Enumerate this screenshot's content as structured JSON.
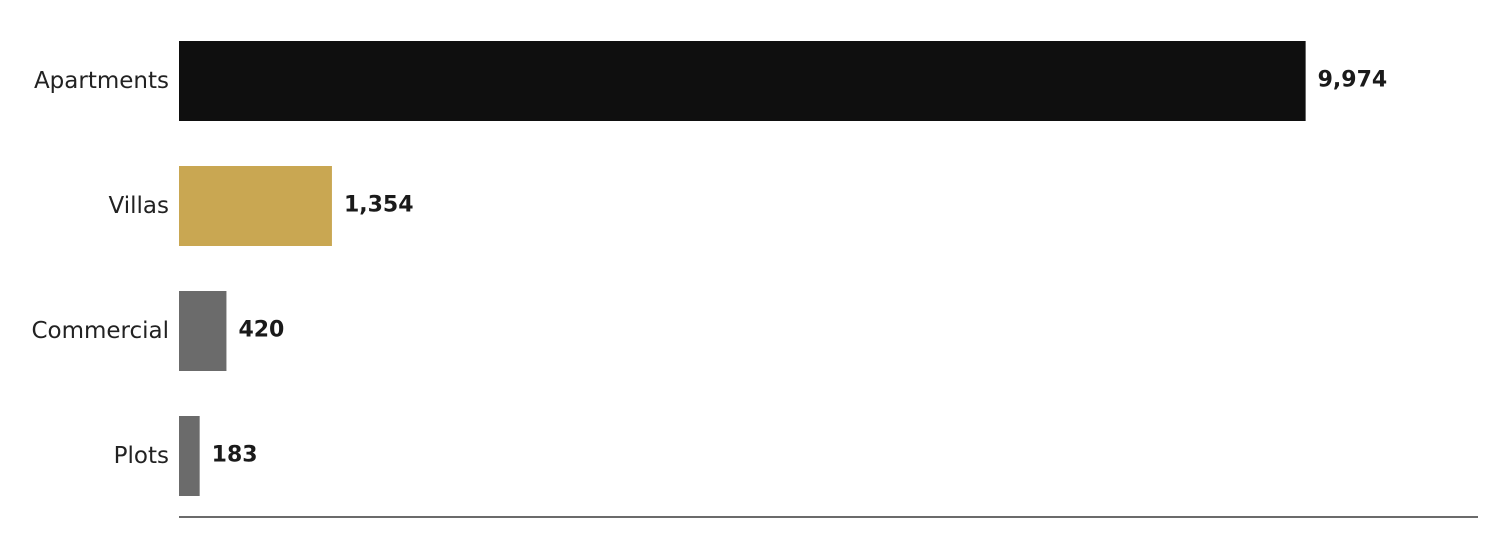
{
  "chart_data": {
    "type": "bar",
    "orientation": "horizontal",
    "categories": [
      "Apartments",
      "Villas",
      "Commercial",
      "Plots"
    ],
    "values": [
      9974,
      1354,
      420,
      183
    ],
    "value_labels": [
      "9,974",
      "1,354",
      "420",
      "183"
    ],
    "colors": [
      "#0f0f0f",
      "#c9a752",
      "#6b6b6b",
      "#6b6b6b"
    ],
    "axis_color": "#6b6b6b",
    "xlim": [
      0,
      11500
    ],
    "grid": false,
    "legend": "none"
  }
}
